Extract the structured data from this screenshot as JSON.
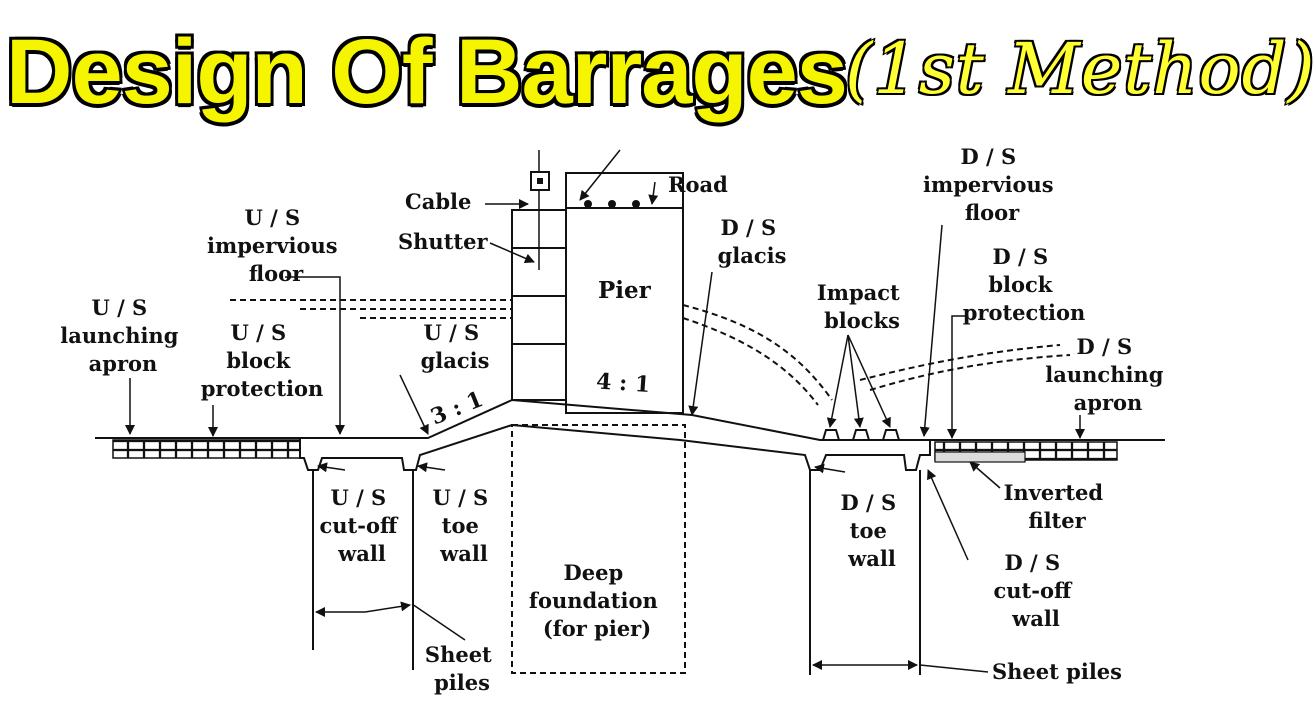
{
  "title": "Design Of Barrages",
  "subtitle": "(1st Method)",
  "labels": {
    "cable": "Cable",
    "shutter": "Shutter",
    "road": "Road",
    "pier": "Pier",
    "ratio_us": "3 : 1",
    "ratio_ds": "4 : 1",
    "us_impervious": [
      "U / S",
      "impervious",
      "floor"
    ],
    "us_launching": [
      "U / S",
      "launching",
      "apron"
    ],
    "us_block": [
      "U / S",
      "block",
      "protection"
    ],
    "us_glacis": [
      "U / S",
      "glacis"
    ],
    "us_cutoff": [
      "U / S",
      "cut-off",
      "wall"
    ],
    "us_toe": [
      "U / S",
      "toe",
      "wall"
    ],
    "deep_foundation": [
      "Deep",
      "foundation",
      "(for pier)"
    ],
    "sheet_piles_left": [
      "Sheet",
      "piles"
    ],
    "ds_glacis": [
      "D / S",
      "glacis"
    ],
    "impact_blocks": [
      "Impact",
      "blocks"
    ],
    "ds_impervious": [
      "D / S",
      "impervious",
      "floor"
    ],
    "ds_block": [
      "D / S",
      "block",
      "protection"
    ],
    "ds_launching": [
      "D / S",
      "launching",
      "apron"
    ],
    "inverted_filter": [
      "Inverted",
      "filter"
    ],
    "ds_toe": [
      "D / S",
      "toe",
      "wall"
    ],
    "ds_cutoff": [
      "D / S",
      "cut-off",
      "wall"
    ],
    "sheet_piles_right": "Sheet piles"
  }
}
